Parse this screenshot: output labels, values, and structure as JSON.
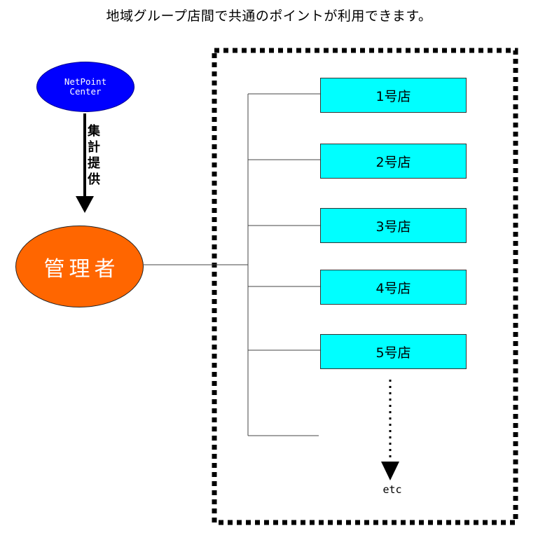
{
  "headline": "地域グループ店間で共通のポイントが利用できます。",
  "nodes": {
    "center": "NetPoint\nCenter",
    "manager": "管理者"
  },
  "arrow_label": [
    "集",
    "計",
    "提",
    "供"
  ],
  "stores": [
    "1号店",
    "2号店",
    "3号店",
    "4号店",
    "5号店"
  ],
  "continuation": "etc",
  "colors": {
    "center_fill": "#0000ff",
    "manager_fill": "#ff6600",
    "store_fill": "#00ffff",
    "group_border": "#000000"
  }
}
